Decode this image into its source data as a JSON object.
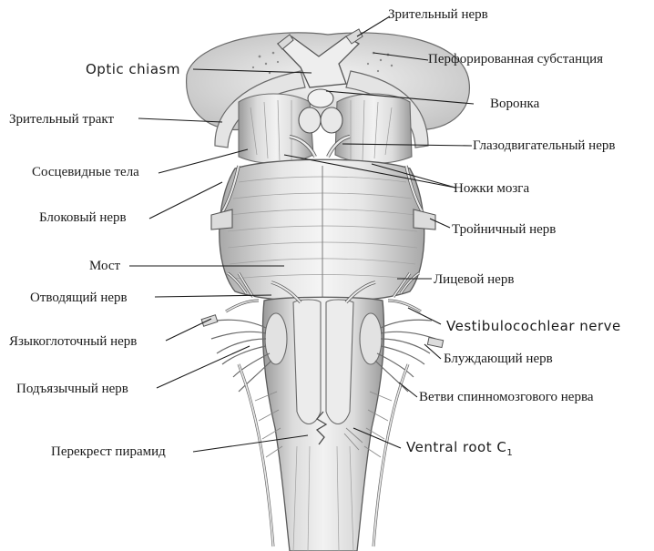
{
  "labels": {
    "optic_nerve": "Зрительный нерв",
    "optic_chiasm": "Optic chiasm",
    "perforated_substance": "Перфорированная субстанция",
    "infundibulum": "Воронка",
    "optic_tract": "Зрительный тракт",
    "oculomotor_nerve": "Глазодвигательный нерв",
    "mammillary_bodies": "Сосцевидные тела",
    "cerebral_peduncles": "Ножки мозга",
    "trochlear_nerve": "Блоковый нерв",
    "trigeminal_nerve": "Тройничный нерв",
    "pons": "Мост",
    "facial_nerve": "Лицевой нерв",
    "abducens_nerve": "Отводящий нерв",
    "vestibulocochlear_nerve": "Vestibulocochlear nerve",
    "glossopharyngeal_nerve": "Языкоглоточный нерв",
    "vagus_nerve": "Блуждающий нерв",
    "hypoglossal_nerve": "Подъязычный нерв",
    "spinal_accessory_branches": "Ветви спинномозгового нерва",
    "pyramidal_decussation": "Перекрест пирамид",
    "ventral_root": "Ventral root C",
    "ventral_root_sub": "1"
  },
  "colors": {
    "ink": "#1a1a1a",
    "tissue_light": "#eeeeee",
    "tissue_mid": "#c9c9c9",
    "tissue_dark": "#8a8a8a"
  }
}
